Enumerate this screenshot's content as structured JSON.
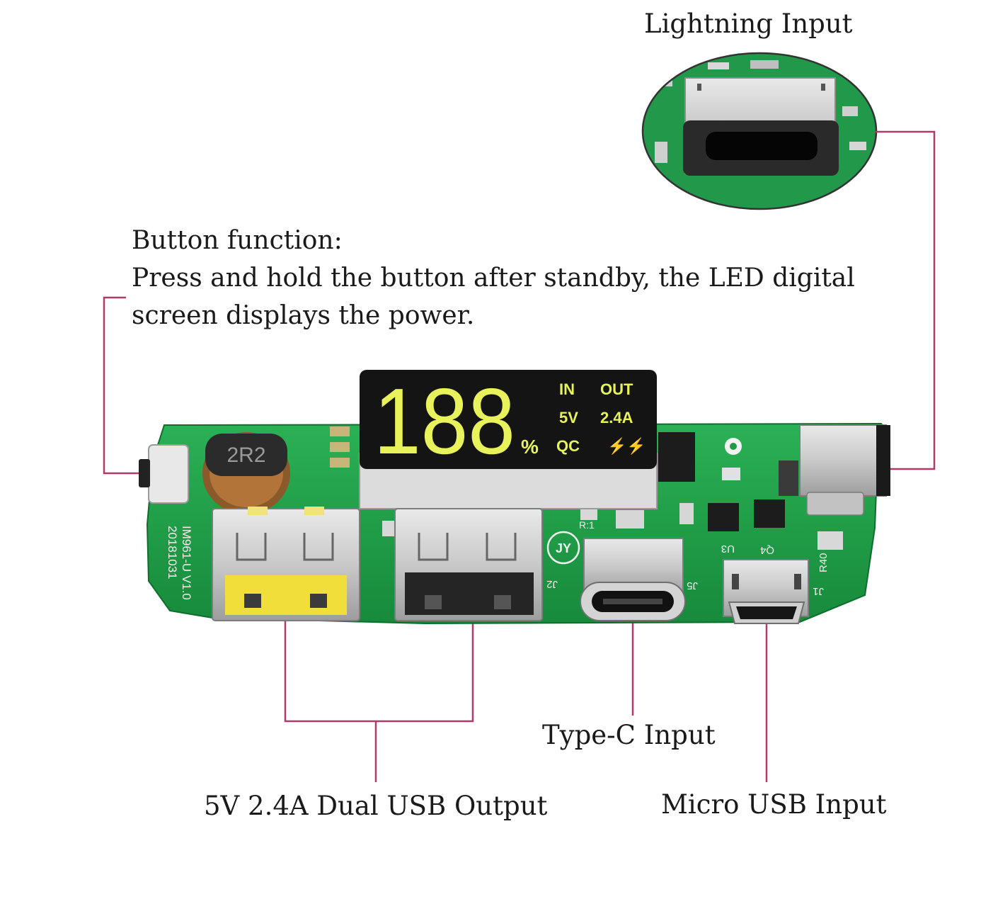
{
  "callouts": {
    "lightning_input": "Lightning Input",
    "type_c_input": "Type-C Input",
    "dual_usb_output": "5V 2.4A Dual USB Output",
    "micro_usb_input": "Micro USB Input"
  },
  "button_function": {
    "heading": "Button function:",
    "line1": "Press and hold the button after standby, the LED digital",
    "line2": "screen displays the power."
  },
  "display": {
    "digits": "188",
    "percent": "%",
    "in_label": "IN",
    "out_label": "OUT",
    "voltage": "5V",
    "current": "2.4A",
    "qc_label": "QC",
    "bolt_icons": "⚡⚡"
  },
  "board_markings": {
    "inductor": "2R2",
    "model": "IM961-U V1.0",
    "date": "20181031",
    "j2": "J2",
    "j5": "J5",
    "j1": "J1",
    "r40": "R40",
    "u3": "U3",
    "q4": "Q4",
    "r1": "R:1",
    "logo": "JY"
  },
  "colors": {
    "leader_line": "#b03a6a",
    "pcb_green": "#1f9a45",
    "display_black": "#141414",
    "segment_yellow": "#e8f25a",
    "usb_yellow": "#f0de3a"
  }
}
